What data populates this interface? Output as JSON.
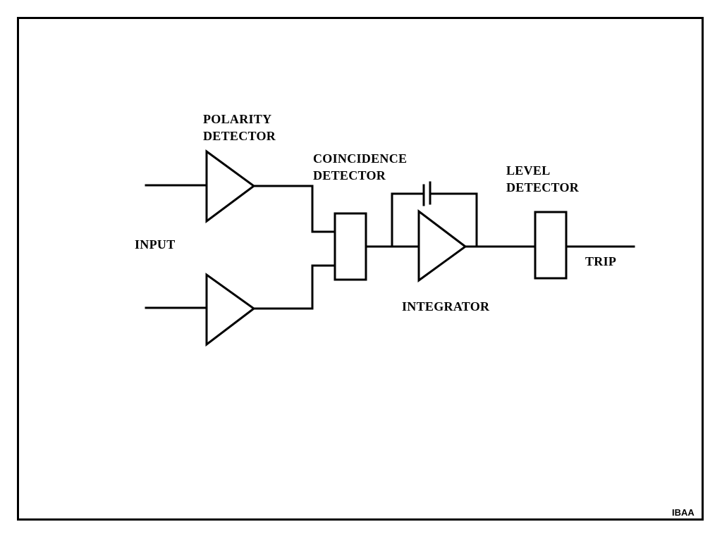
{
  "labels": {
    "polarity_detector_line1": "POLARITY",
    "polarity_detector_line2": "DETECTOR",
    "coincidence_detector_line1": "COINCIDENCE",
    "coincidence_detector_line2": "DETECTOR",
    "level_detector_line1": "LEVEL",
    "level_detector_line2": "DETECTOR",
    "input": "INPUT",
    "integrator": "INTEGRATOR",
    "trip": "TRIP"
  },
  "figure_code": "IBAA"
}
